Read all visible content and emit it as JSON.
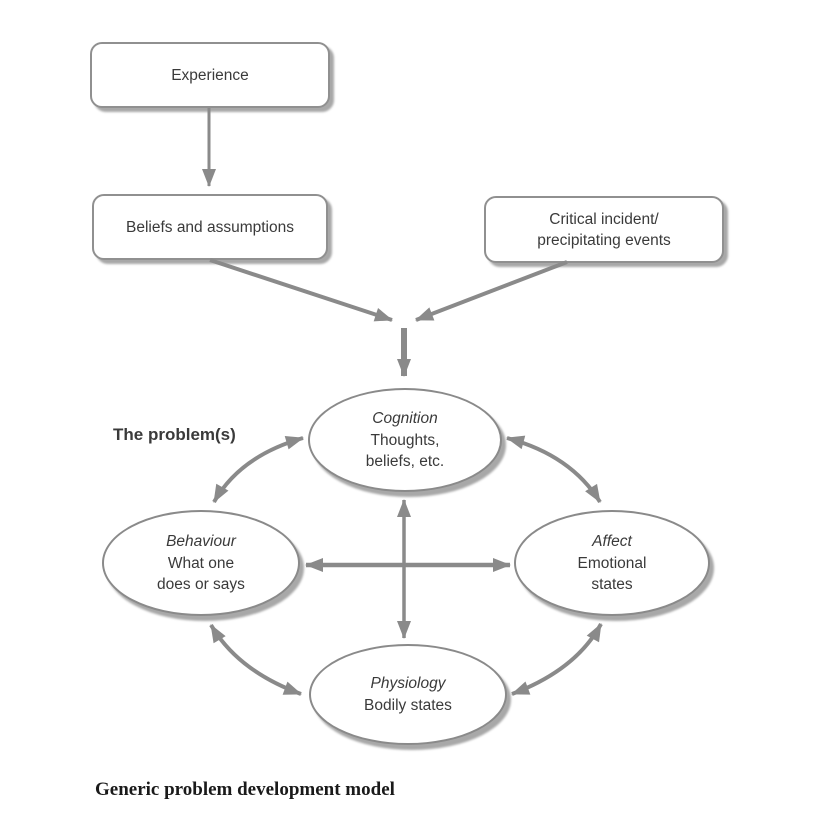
{
  "diagram": {
    "boxes": {
      "experience": {
        "label": "Experience"
      },
      "beliefs": {
        "label": "Beliefs and assumptions"
      },
      "critical_incident": {
        "line1": "Critical incident/",
        "line2": "precipitating events"
      }
    },
    "problem_label": "The problem(s)",
    "ellipses": {
      "cognition": {
        "title": "Cognition",
        "line1": "Thoughts,",
        "line2": "beliefs, etc."
      },
      "behaviour": {
        "title": "Behaviour",
        "line1": "What one",
        "line2": "does or says"
      },
      "affect": {
        "title": "Affect",
        "line1": "Emotional",
        "line2": "states"
      },
      "physiology": {
        "title": "Physiology",
        "line1": "Bodily states"
      }
    },
    "caption": "Generic problem development model"
  },
  "colors": {
    "arrow": "#8a8a8a",
    "box_border": "#909090",
    "ellipse_border": "#8a8a8a",
    "shadow": "#a8a8a8",
    "text": "#3a3a3a",
    "background": "#ffffff"
  }
}
